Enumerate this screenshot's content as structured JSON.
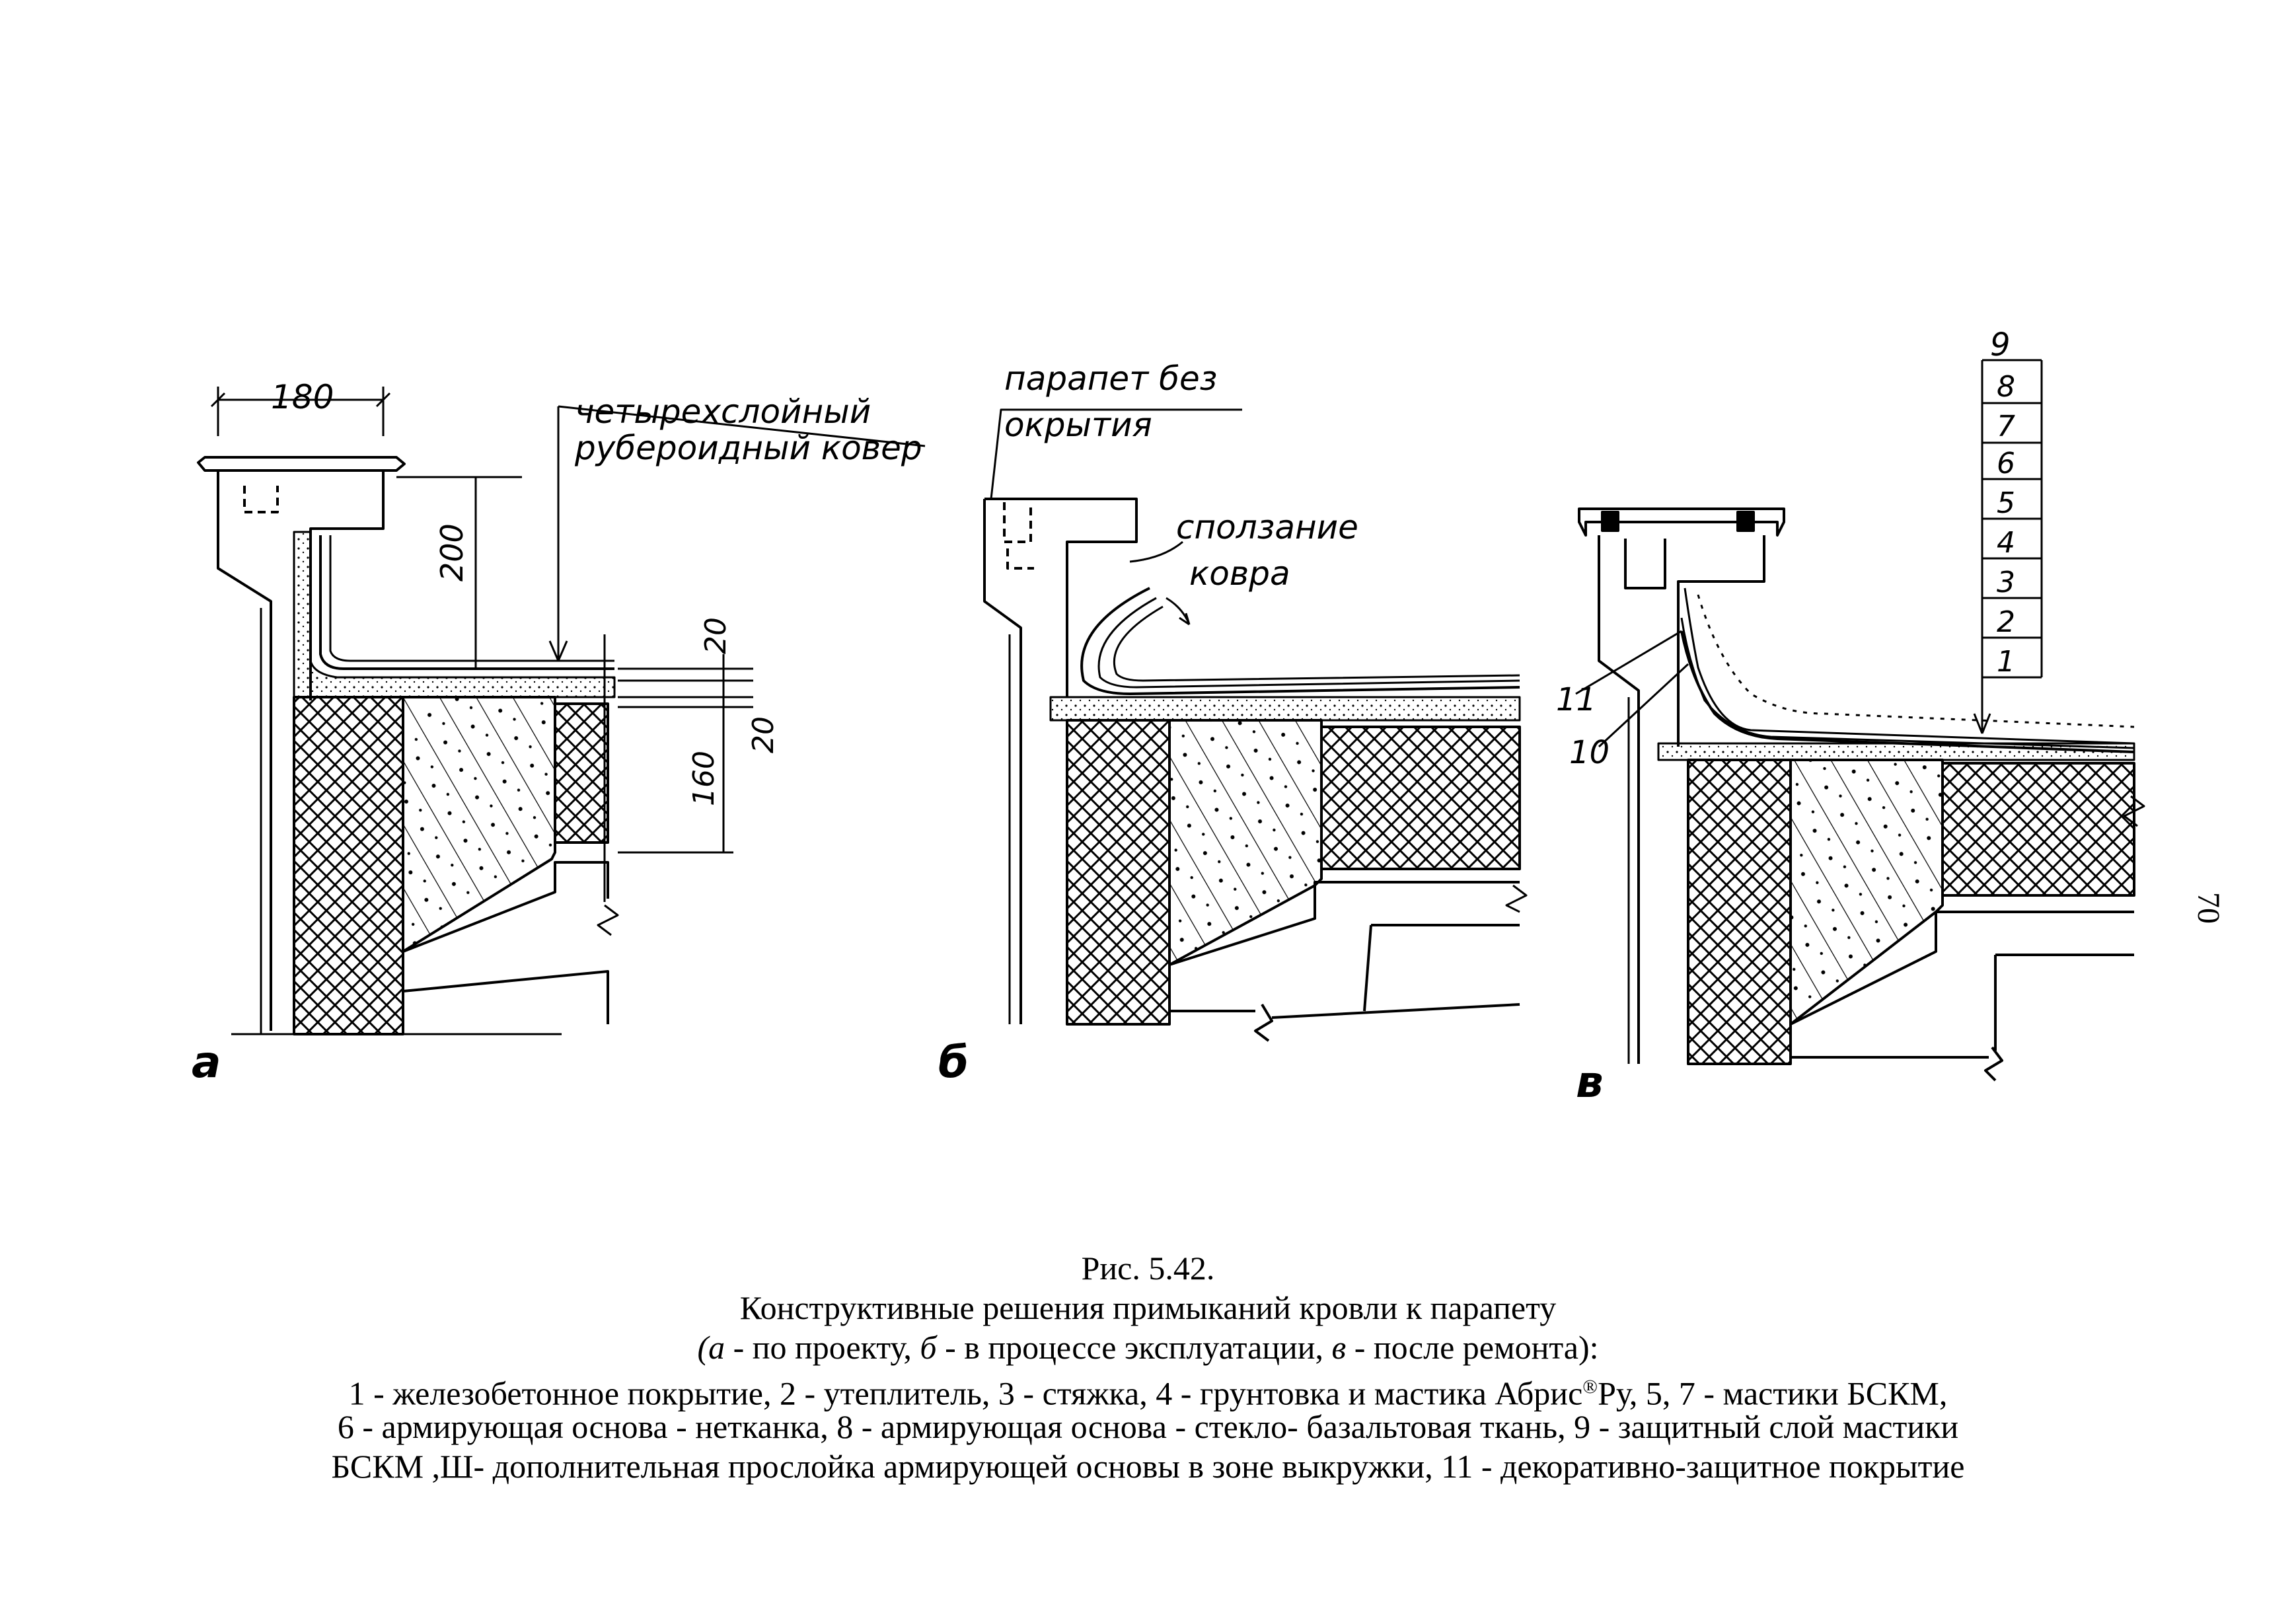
{
  "diagram": {
    "panel_a": {
      "letter": "а",
      "dim_width": "180",
      "dim_height": "200",
      "dim_20_top": "20",
      "dim_20_bottom": "20",
      "dim_160": "160",
      "callout_line1": "четырехслойный",
      "callout_line2": "рубероидный ковер"
    },
    "panel_b": {
      "letter": "б",
      "callout_line1": "парапет без",
      "callout_line2": "окрытия",
      "slip_line1": "сползание",
      "slip_line2": "ковра"
    },
    "panel_c": {
      "letter": "в",
      "layers": [
        "9",
        "8",
        "7",
        "6",
        "5",
        "4",
        "3",
        "2",
        "1"
      ],
      "label_11": "11",
      "label_10": "10"
    }
  },
  "caption": {
    "figure": "Рис. 5.42.",
    "title": "Конструктивные решения примыканий кровли к парапету",
    "sub_open": "(",
    "sub_a": "а",
    "sub_a_text": " - по проекту, ",
    "sub_b": "б",
    "sub_b_text": " - в процессе эксплуатации, ",
    "sub_c": "в",
    "sub_c_text": " - после ремонта):",
    "legend_line1_a": "1 - железобетонное покрытие, 2 - утеплитель, 3 - стяжка, 4 - грунтовка и мастика Абрис",
    "legend_line1_sup": "®",
    "legend_line1_b": "Ру, 5, 7 - мастики БСКМ,",
    "legend_line2": "6 - армирующая основа - нетканка, 8 - армирующая основа - стекло- базальтовая ткань, 9 - защитный слой мастики",
    "legend_line3": "БСКМ ,Ш- дополнительная прослойка армирующей основы в зоне выкружки, 11 - декоративно-защитное покрытие"
  },
  "page_number": "70"
}
